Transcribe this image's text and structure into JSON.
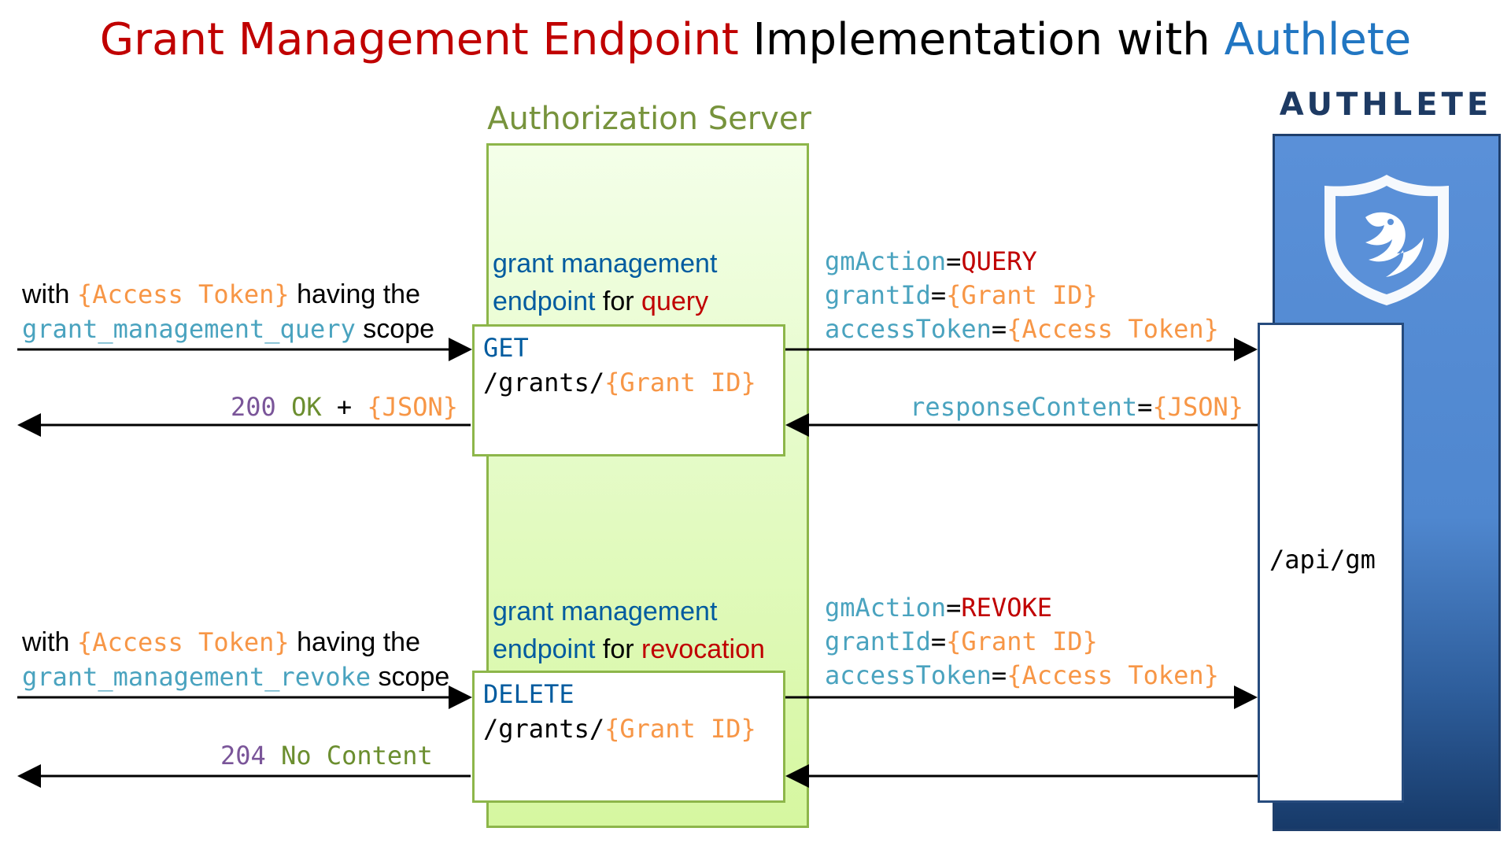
{
  "title": {
    "part1": "Grant Management Endpoint",
    "part2": " Implementation with ",
    "part3": "Authlete"
  },
  "authorization_server": {
    "title": "Authorization Server"
  },
  "authlete": {
    "brand": "AUTHLETE",
    "api_path": "/api/gm"
  },
  "query_flow": {
    "endpoint_label": {
      "line1": "grant management",
      "line2_prefix": "endpoint",
      "line2_for": " for ",
      "line2_action": "query"
    },
    "method": "GET",
    "path_prefix": "/grants/",
    "path_param": "{Grant ID}",
    "request_label": {
      "line1_with": "with ",
      "line1_token": "{Access Token}",
      "line1_suffix": " having the",
      "line2_scope": "grant_management_query",
      "line2_suffix": " scope"
    },
    "response_label": {
      "status": "200",
      "status_text": "OK",
      "plus": " + ",
      "body": "{JSON}"
    },
    "api_request": {
      "param1_key": "gmAction",
      "param1_eq": "=",
      "param1_value": "QUERY",
      "param2_key": "grantId",
      "param2_eq": "=",
      "param2_value": "{Grant ID}",
      "param3_key": "accessToken",
      "param3_eq": "=",
      "param3_value": "{Access Token}"
    },
    "api_response": {
      "key": "responseContent",
      "eq": "=",
      "value": "{JSON}"
    }
  },
  "revoke_flow": {
    "endpoint_label": {
      "line1": "grant management",
      "line2_prefix": "endpoint",
      "line2_for": " for ",
      "line2_action": "revocation"
    },
    "method": "DELETE",
    "path_prefix": "/grants/",
    "path_param": "{Grant ID}",
    "request_label": {
      "line1_with": "with ",
      "line1_token": "{Access Token}",
      "line1_suffix": " having the",
      "line2_scope": "grant_management_revoke",
      "line2_suffix": " scope"
    },
    "response_label": {
      "status": "204",
      "status_text": "No Content"
    },
    "api_request": {
      "param1_key": "gmAction",
      "param1_eq": "=",
      "param1_value": "REVOKE",
      "param2_key": "grantId",
      "param2_eq": "=",
      "param2_value": "{Grant ID}",
      "param3_key": "accessToken",
      "param3_eq": "=",
      "param3_value": "{Access Token}"
    }
  },
  "colors": {
    "title_red": "#c00000",
    "authlete_blue": "#2176c2",
    "server_green": "#77933c",
    "param_teal": "#4aa3bf",
    "placeholder_orange": "#f79646",
    "method_navy": "#005b9f",
    "status_purple": "#7a5599",
    "panel_blue": "#4f87cf",
    "panel_navy": "#173a69"
  }
}
